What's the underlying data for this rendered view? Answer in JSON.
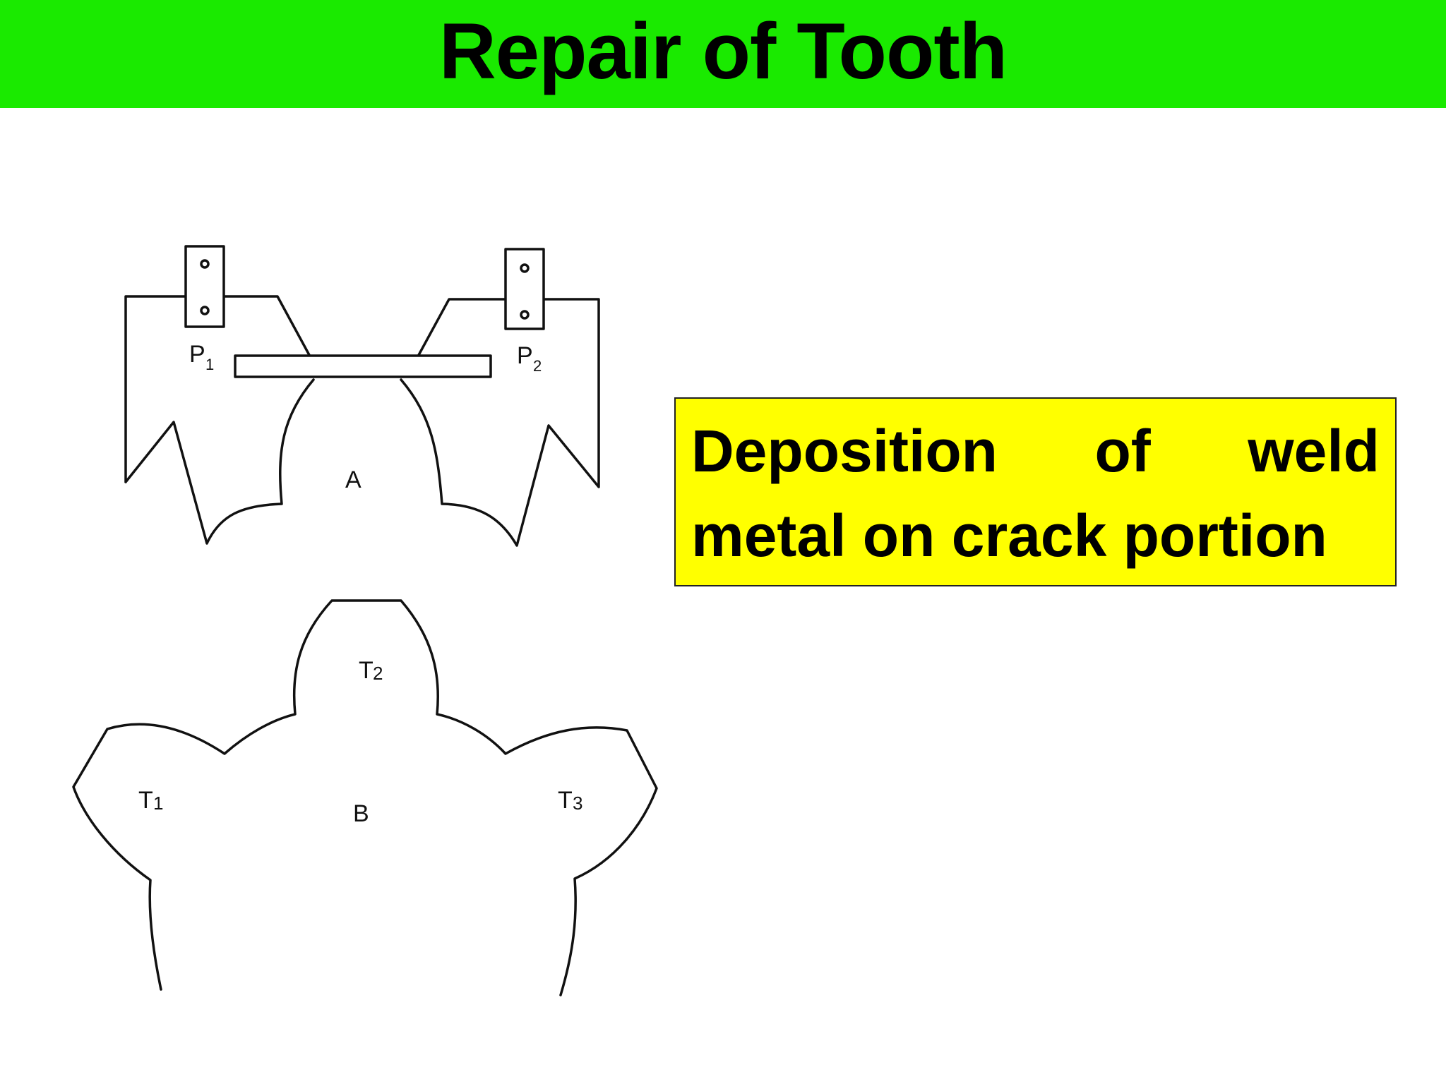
{
  "slide": {
    "title": "Repair of Tooth",
    "colors": {
      "title_bar": "#1aea00",
      "callout_bg": "#ffff00"
    }
  },
  "diagram": {
    "labels": {
      "p1_letter": "P",
      "p1_sub": "1",
      "p2_letter": "P",
      "p2_sub": "2",
      "a": "A",
      "b": "B",
      "t1_letter": "T",
      "t1_sub": "1",
      "t2_letter": "T",
      "t2_sub": "2",
      "t3_letter": "T",
      "t3_sub": "3"
    }
  },
  "callout": {
    "text": "Deposition of weld metal on crack portion"
  }
}
